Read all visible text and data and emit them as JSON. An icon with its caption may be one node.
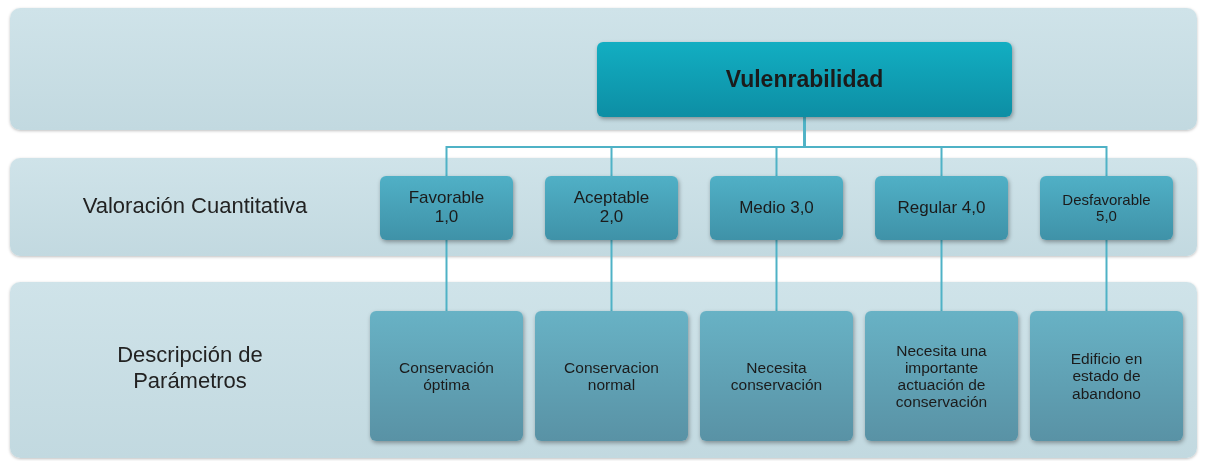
{
  "diagram": {
    "nodes": [
      {
        "text": [],
        "shape": "band"
      },
      {
        "text": [
          "Vulenrabilidad"
        ],
        "in": 0
      },
      {
        "text": [
          "Valoración Cuantitativa"
        ]
      },
      {
        "text": [
          "Favorable 1,0"
        ],
        "in": 2
      },
      {
        "text": [
          "Aceptable 2,0"
        ],
        "in": 2
      },
      {
        "text": [
          "Medio 3,0"
        ],
        "in": 2
      },
      {
        "text": [
          "Regular 4,0"
        ],
        "in": 2
      },
      {
        "text": [
          "Desfavorable 5,0"
        ],
        "in": 2
      },
      {
        "text": [
          "Descripción de Parámetros"
        ]
      },
      {
        "text": [
          "Conservación óptima"
        ],
        "in": 8
      },
      {
        "text": [
          "Conservacion normal"
        ],
        "in": 8
      },
      {
        "text": [
          "Necesita conservación"
        ],
        "in": 8
      },
      {
        "text": [
          "Necesita una importante actuación de conservación"
        ],
        "in": 8
      },
      {
        "text": [
          "Edificio en estado de abandono"
        ],
        "in": 8
      }
    ],
    "edges": [
      {
        "from": 1,
        "to": 3,
        "arrow": "none"
      },
      {
        "from": 1,
        "to": 4,
        "arrow": "none"
      },
      {
        "from": 1,
        "to": 5,
        "arrow": "none"
      },
      {
        "from": 1,
        "to": 6,
        "arrow": "none"
      },
      {
        "from": 1,
        "to": 7,
        "arrow": "none"
      },
      {
        "from": 3,
        "to": 9,
        "arrow": "none"
      },
      {
        "from": 4,
        "to": 10,
        "arrow": "none"
      },
      {
        "from": 5,
        "to": 11,
        "arrow": "none"
      },
      {
        "from": 6,
        "to": 12,
        "arrow": "none"
      },
      {
        "from": 7,
        "to": 13,
        "arrow": "none"
      }
    ]
  }
}
